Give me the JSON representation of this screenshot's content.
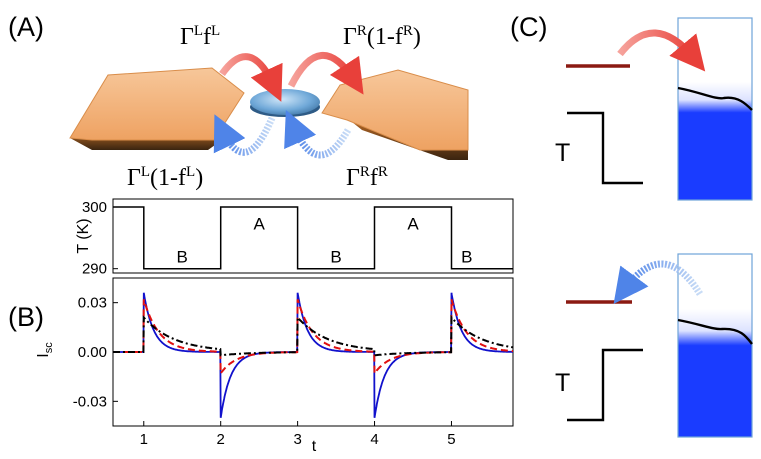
{
  "panels": {
    "a": "(A)",
    "b": "(B)",
    "c": "(C)"
  },
  "rates": {
    "top_left": {
      "base": "Γ",
      "sup1": "L",
      "mid": "f",
      "sup2": "L",
      "tail": ""
    },
    "top_right": {
      "base": "Γ",
      "sup1": "R",
      "mid": "(1-f",
      "sup2": "R",
      "tail": ")"
    },
    "bottom_left": {
      "base": "Γ",
      "sup1": "L",
      "mid": "(1-f",
      "sup2": "L",
      "tail": ")"
    },
    "bottom_right": {
      "base": "Γ",
      "sup1": "R",
      "mid": "f",
      "sup2": "R",
      "tail": ""
    }
  },
  "schematic_c": {
    "top_temp_label": "T",
    "bottom_temp_label": "T",
    "colors": {
      "level": "#8b1a12",
      "reservoir": "#1a3cff",
      "arrow_out": "#e8403a",
      "arrow_in": "#4f84e8"
    }
  },
  "chart_data": [
    {
      "type": "line",
      "title": "",
      "xlabel": "",
      "ylabel": "T (K)",
      "xlim": [
        0.6,
        5.8
      ],
      "ylim": [
        289.3,
        301.3
      ],
      "yticks": [
        290,
        300
      ],
      "series": [
        {
          "x": [
            0.6,
            1.0,
            1.0,
            2.0,
            2.0,
            3.0,
            3.0,
            4.0,
            4.0,
            5.0,
            5.0,
            5.8
          ],
          "y": [
            300,
            300,
            290,
            290,
            300,
            300,
            290,
            290,
            300,
            300,
            290,
            290
          ],
          "color": "#000000"
        }
      ],
      "annotations": [
        {
          "text": "B",
          "x": 1.5,
          "y": 292
        },
        {
          "text": "A",
          "x": 2.5,
          "y": 297.3
        },
        {
          "text": "B",
          "x": 3.5,
          "y": 292
        },
        {
          "text": "A",
          "x": 4.5,
          "y": 297.3
        },
        {
          "text": "B",
          "x": 5.2,
          "y": 292
        }
      ]
    },
    {
      "type": "line",
      "title": "",
      "xlabel": "t",
      "ylabel": "I_sc",
      "ylabel_main": "I",
      "ylabel_sub": "sc",
      "xlim": [
        0.6,
        5.8
      ],
      "ylim": [
        -0.045,
        0.045
      ],
      "xticks": [
        1,
        2,
        3,
        4,
        5
      ],
      "yticks": [
        0.03,
        0.0,
        -0.03
      ],
      "ytick_labels": [
        "0.03",
        "0.00",
        "-0.03"
      ],
      "grid": false,
      "periods": [
        1,
        3,
        5
      ],
      "series": [
        {
          "style": "solid",
          "color": "#1111cc",
          "amp_up": 0.036,
          "amp_down": -0.04,
          "tau": 0.13
        },
        {
          "style": "dashed",
          "color": "#e01010",
          "amp_up": 0.032,
          "amp_down": -0.013,
          "tau": 0.2
        },
        {
          "style": "dashdot",
          "color": "#000000",
          "amp_up": 0.021,
          "amp_down": -0.002,
          "tau": 0.4
        }
      ]
    }
  ]
}
